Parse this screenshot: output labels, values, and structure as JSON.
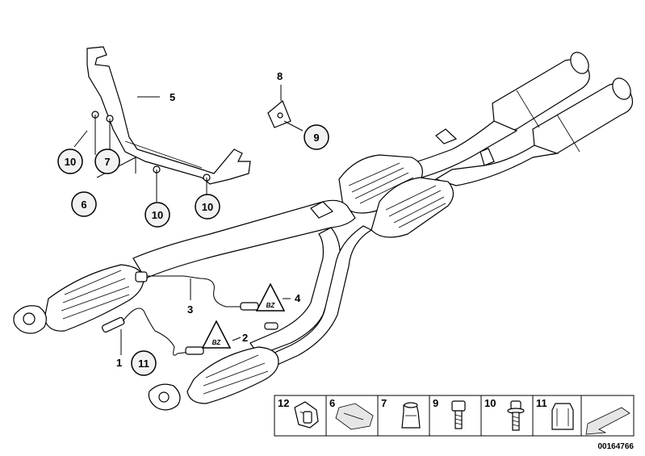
{
  "callouts": {
    "c1": "1",
    "c2": "2",
    "c3": "3",
    "c4": "4",
    "c5": "5",
    "c6": "6",
    "c7": "7",
    "c8": "8",
    "c9": "9",
    "c10a": "10",
    "c10b": "10",
    "c10c": "10",
    "c11": "11"
  },
  "warning_symbols": {
    "w1": "BZ",
    "w2": "BZ"
  },
  "legend": {
    "cells": [
      "12",
      "6",
      "7",
      "9",
      "10",
      "11"
    ]
  },
  "diagram_id": "00164766"
}
